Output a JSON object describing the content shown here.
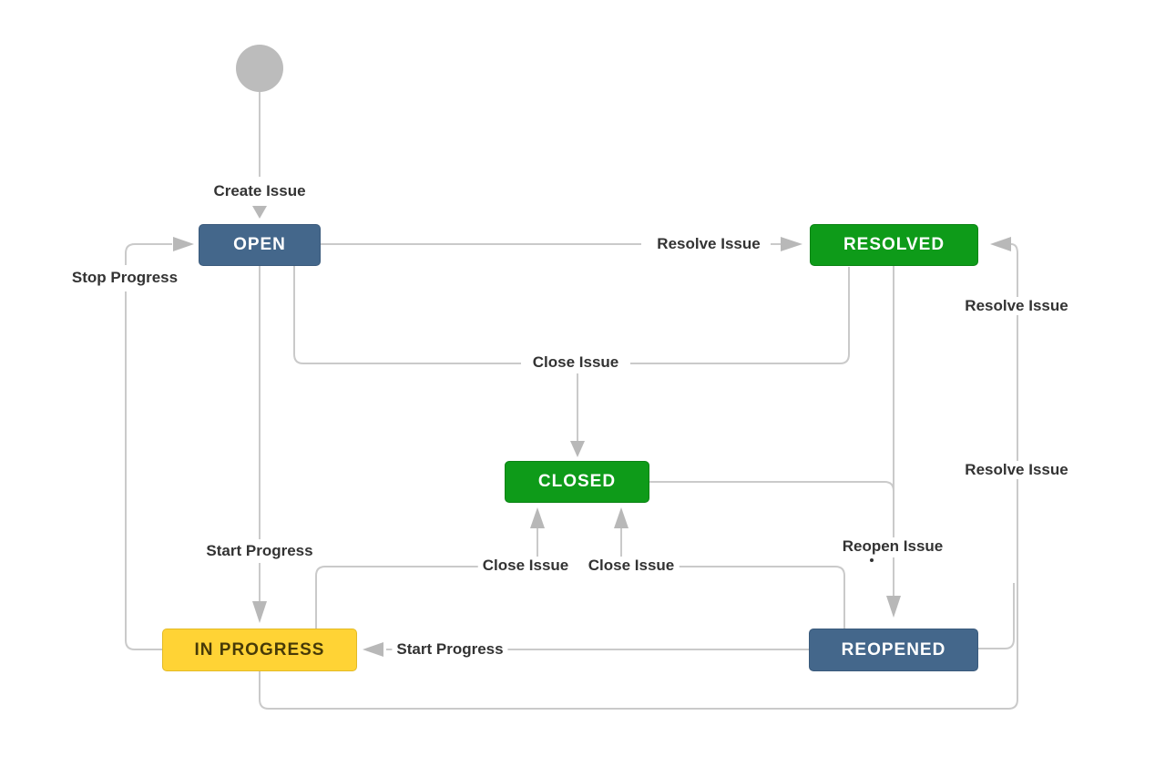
{
  "diagram": {
    "kind": "issue-workflow",
    "colors": {
      "line-color": "#cacaca",
      "arrow-color": "#b8b8b8",
      "start-color": "#bcbcbc",
      "label-color": "#333333",
      "status-blue": "#44678b",
      "status-green": "#0e9b19",
      "status-yellow": "#ffd335"
    },
    "nodes": {
      "start": {
        "shape": "circle"
      },
      "open": {
        "label": "OPEN",
        "color": "#44678b",
        "text_color": "#ffffff"
      },
      "resolved": {
        "label": "RESOLVED",
        "color": "#0e9b19",
        "text_color": "#ffffff"
      },
      "closed": {
        "label": "CLOSED",
        "color": "#0e9b19",
        "text_color": "#ffffff"
      },
      "in_progress": {
        "label": "IN PROGRESS",
        "color": "#ffd335",
        "text_color": "#473a08"
      },
      "reopened": {
        "label": "REOPENED",
        "color": "#44678b",
        "text_color": "#ffffff"
      }
    },
    "transitions": {
      "create_issue": {
        "label": "Create Issue"
      },
      "resolve_issue_from_open": {
        "label": "Resolve Issue"
      },
      "stop_progress": {
        "label": "Stop Progress"
      },
      "close_issue_from_open_resolved": {
        "label": "Close Issue"
      },
      "start_progress_from_open": {
        "label": "Start Progress"
      },
      "close_issue_from_in_progress": {
        "label": "Close Issue"
      },
      "close_issue_from_reopened": {
        "label": "Close Issue"
      },
      "reopen_issue": {
        "label": "Reopen Issue"
      },
      "start_progress_from_reopened": {
        "label": "Start Progress"
      },
      "resolve_issue_right_upper": {
        "label": "Resolve Issue"
      },
      "resolve_issue_right_lower": {
        "label": "Resolve Issue"
      }
    }
  }
}
